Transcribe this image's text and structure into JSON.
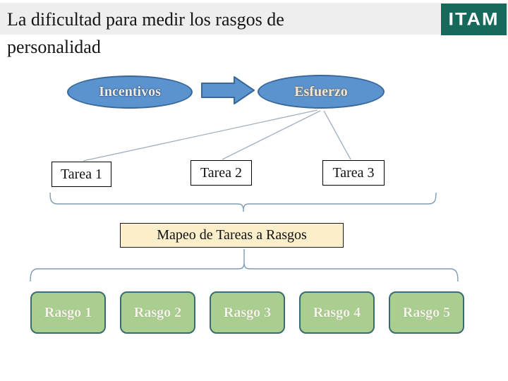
{
  "slide": {
    "title": {
      "line1": "La dificultad para medir los rasgos de",
      "line2": "personalidad"
    },
    "logo_text": "ITAM"
  },
  "diagram": {
    "nodes": {
      "incentivos": "Incentivos",
      "esfuerzo": "Esfuerzo"
    },
    "tareas": [
      "Tarea 1",
      "Tarea 2",
      "Tarea 3"
    ],
    "mapeo_label": "Mapeo de Tareas a Rasgos",
    "rasgos": [
      "Rasgo 1",
      "Rasgo 2",
      "Rasgo 3",
      "Rasgo 4",
      "Rasgo 5"
    ]
  },
  "colors": {
    "title_band": "#eeeeee",
    "logo_green": "#17695b",
    "ellipse_fill": "#5b93ce",
    "ellipse_border": "#38679a",
    "ellipse_text": "#f1ece1",
    "connector_line": "#9fb0c2",
    "brace": "#7e9ab5",
    "task_fill": "#ffffff",
    "task_border": "#000000",
    "mapeo_fill": "#fbefcb",
    "trait_fill": "#a9ce90",
    "trait_border": "#3a6b70",
    "trait_text": "#f4f1e6"
  }
}
